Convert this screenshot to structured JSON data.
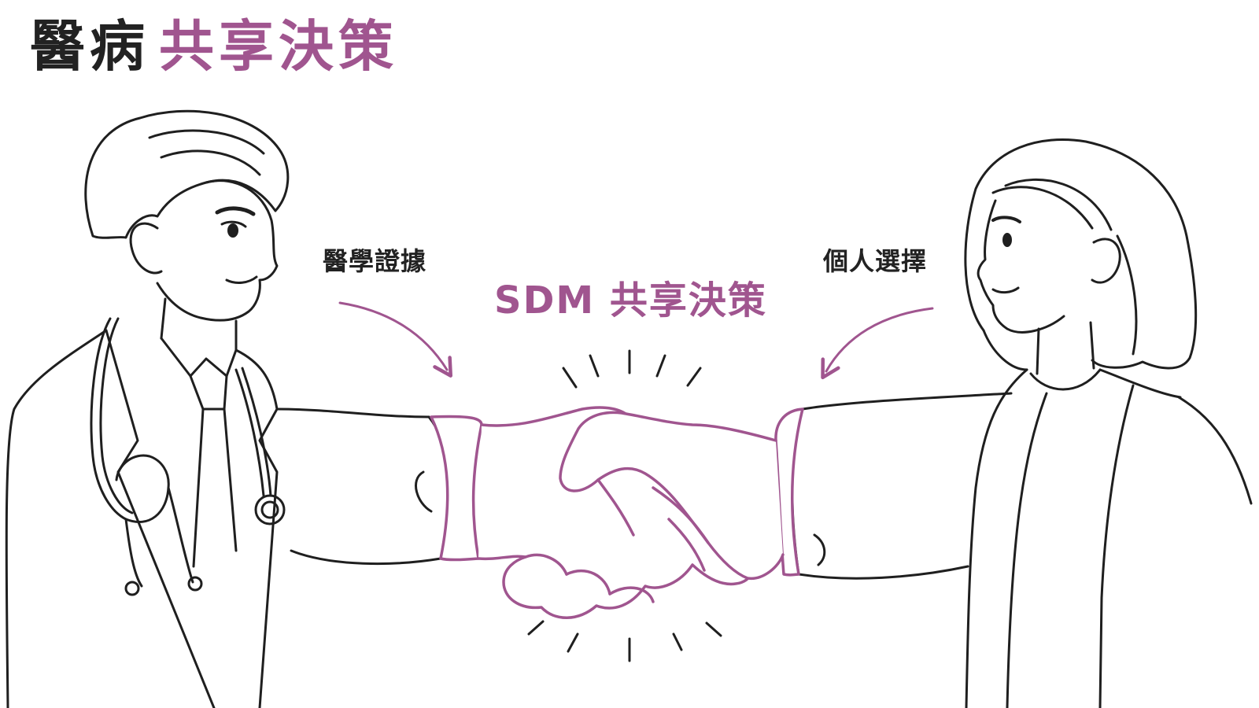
{
  "title": {
    "dark": "醫病",
    "accent": "共享決策"
  },
  "labels": {
    "medical_evidence": "醫學證據",
    "personal_choice": "個人選擇",
    "sdm": "SDM 共享決策"
  },
  "colors": {
    "accent": "#a0558f",
    "ink": "#222222"
  },
  "icons": [
    "stethoscope-icon",
    "handshake-icon"
  ]
}
